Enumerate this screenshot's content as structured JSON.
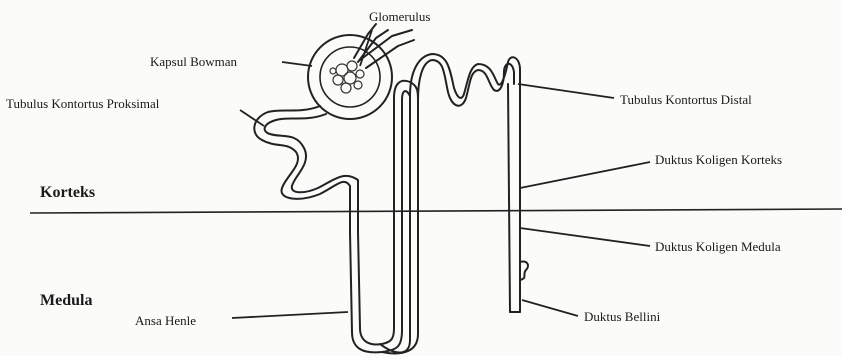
{
  "labels": {
    "glomerulus": "Glomerulus",
    "kapsul_bowman": "Kapsul Bowman",
    "tubulus_proksimal": "Tubulus Kontortus Proksimal",
    "tubulus_distal": "Tubulus Kontortus Distal",
    "duktus_korteks": "Duktus Koligen Korteks",
    "duktus_medula": "Duktus Koligen Medula",
    "duktus_bellini": "Duktus Bellini",
    "ansa_henle": "Ansa Henle"
  },
  "zones": {
    "korteks": "Korteks",
    "medula": "Medula"
  }
}
